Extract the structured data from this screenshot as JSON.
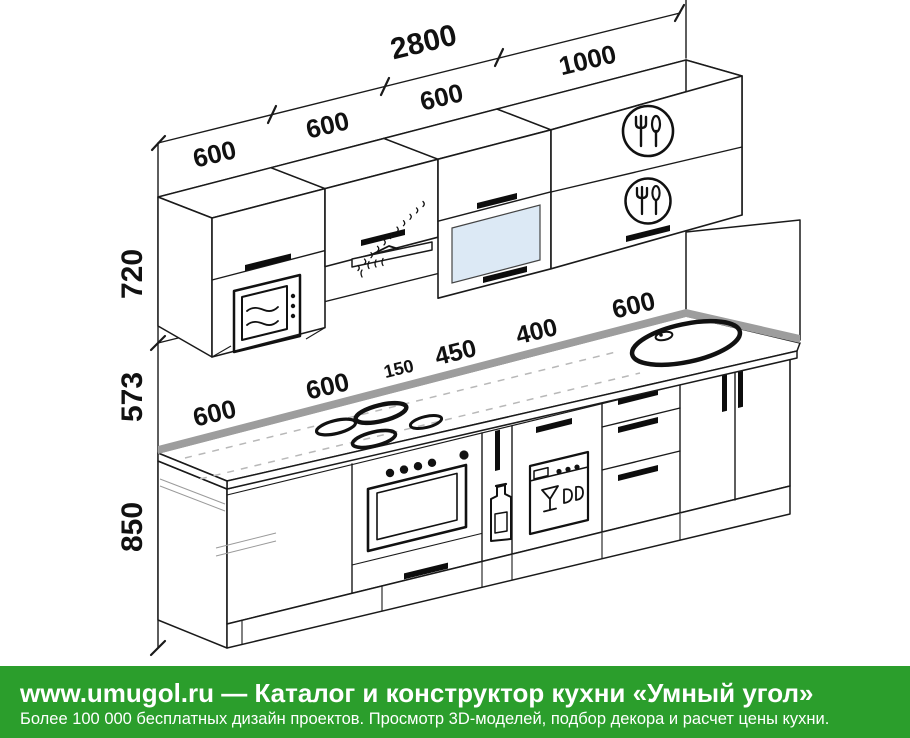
{
  "diagram": {
    "labels": {
      "total_width": "2800",
      "wall_sections": [
        "600",
        "600",
        "600",
        "1000"
      ],
      "heights": [
        "720",
        "573",
        "850"
      ],
      "base_sections": [
        "600",
        "600",
        "150",
        "450",
        "400",
        "600"
      ]
    },
    "colors": {
      "line": "#1a1a1a",
      "backsplash_gray": "#9d9d9d",
      "glass_blue": "#dce9f5"
    }
  },
  "footer": {
    "headline": "www.umugol.ru — Каталог и конструктор кухни «Умный угол»",
    "subline": "Более 100 000 бесплатных дизайн проектов. Просмотр 3D-моделей, подбор декора и расчет цены кухни.",
    "bg_color": "#2b9e2c",
    "text_color": "#ffffff"
  }
}
